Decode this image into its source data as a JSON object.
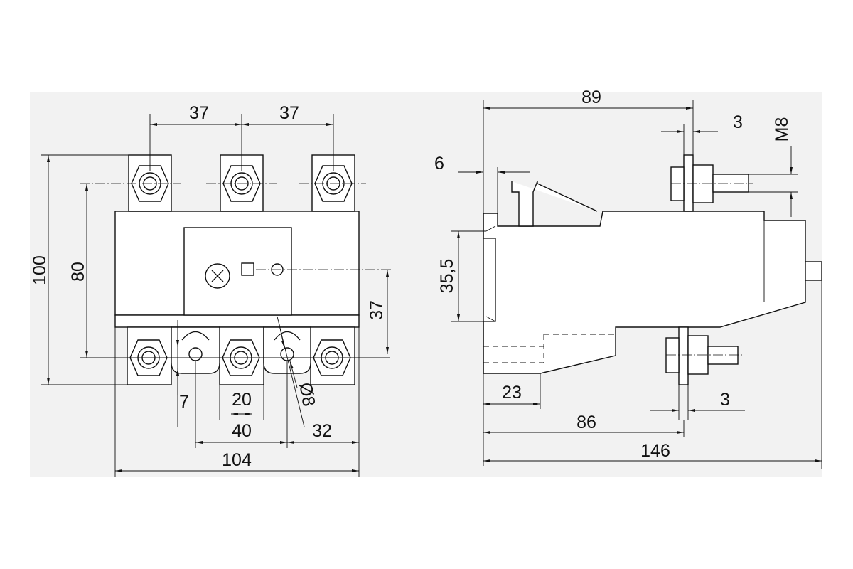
{
  "front_view": {
    "dim_pitch_left": "37",
    "dim_pitch_right": "37",
    "dim_overall_height": "100",
    "dim_height_80": "80",
    "dim_dial_height": "37",
    "dim_7": "7",
    "dim_20": "20",
    "dim_40": "40",
    "dim_32": "32",
    "dim_overall_width": "104",
    "dim_hole_dia": "Ø8"
  },
  "side_view": {
    "dim_89": "89",
    "dim_3_top": "3",
    "dim_thread": "M8",
    "dim_6": "6",
    "dim_rail": "35,5",
    "dim_23": "23",
    "dim_86": "86",
    "dim_3_bottom": "3",
    "dim_overall_depth": "146"
  }
}
